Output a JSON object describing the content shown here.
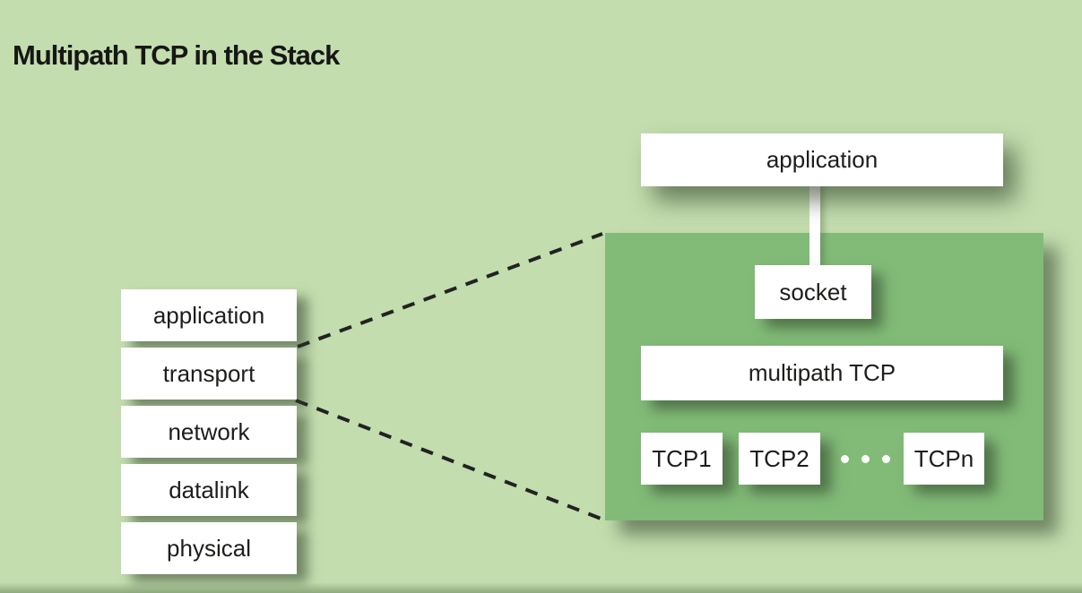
{
  "title": "Multipath TCP in the Stack",
  "colors": {
    "background": "#c3ddae",
    "panel": "#82bb78",
    "box": "#ffffff",
    "text": "#1d1d1b",
    "dash": "#222222"
  },
  "osi_stack": {
    "layers": [
      "application",
      "transport",
      "network",
      "datalink",
      "physical"
    ]
  },
  "detail_panel": {
    "application_label": "application",
    "socket_label": "socket",
    "multipath_label": "multipath TCP",
    "subflow_labels": [
      "TCP1",
      "TCP2",
      "TCPn"
    ],
    "ellipsis_icon": "ellipsis-dots"
  }
}
